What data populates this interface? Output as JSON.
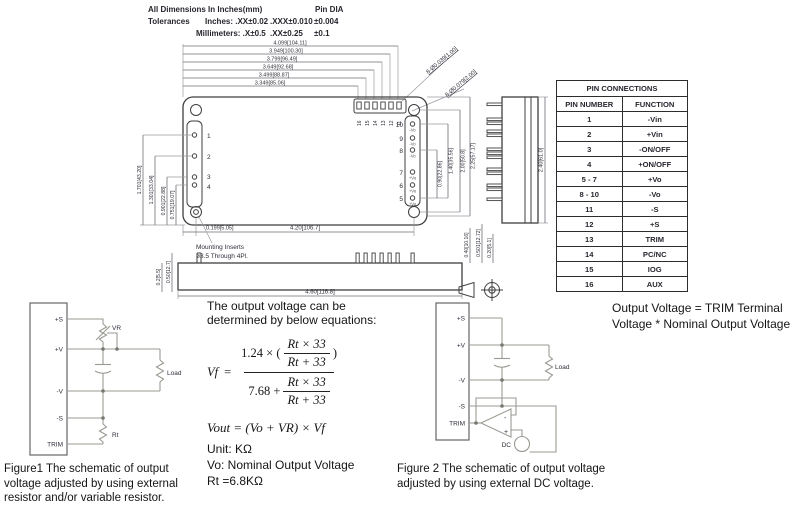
{
  "tolerances": {
    "title": "All Dimensions In Inches(mm)",
    "pin_dia_label": "Pin DIA",
    "row_label": "Tolerances",
    "inches_label": "Inches: .XX±0.02",
    "inches_xxx": ".XXX±0.010",
    "pin_dia_inch": "±0.004",
    "mm_label": "Millimeters: .X±0.5",
    "mm_xx": ".XX±0.25",
    "pin_dia_mm": "±0.1"
  },
  "drawing": {
    "top_dims": [
      "4.099[104.11]",
      "3.949[100.30]",
      "3.799[96.49]",
      "3.649[92.68]",
      "3.499[88.87]",
      "3.349[85.06]"
    ],
    "hole_callout_small": "8-Ø0.039[1.00]",
    "hole_callout_large": "8-Ø0.079[2.00]",
    "left_dims": [
      "1.701[43.20]",
      "1.301[33.04]",
      "0.901[22.88]",
      "0.751[19.07]"
    ],
    "right_dims": [
      "0.90[22.86]",
      "1.40[35.56]",
      "2.00[50.8]",
      "2.25[57.17]"
    ],
    "bottom_offset_dim": "0.199[5.05]",
    "bottom_span_dim": "4.20[106.7]",
    "bottom_view_dim": "4.60[116.8]",
    "side_height_dim": "2.40[61.0]",
    "side_small_dims": [
      "0.40[10.16]",
      "0.501[12.72]",
      "0.20[5.1]"
    ],
    "left_small_dims": [
      "0.2[5.5]",
      "0.50[12.7]"
    ],
    "mounting_note_line1": "Mounting Inserts",
    "mounting_note_line2": "ø3.5 Through 4Pl.",
    "left_pins": [
      "1",
      "2",
      "3",
      "4"
    ],
    "right_pins": [
      "10",
      "9",
      "8",
      "7",
      "6",
      "5"
    ],
    "right_pin_fns": [
      "-Vo",
      "-Vo",
      "-Vo",
      "+Vo",
      "+Vo",
      "+Vo"
    ],
    "top_pins": [
      "16",
      "15",
      "14",
      "13",
      "12",
      "11"
    ]
  },
  "pin_table": {
    "title": "PIN CONNECTIONS",
    "col1": "PIN NUMBER",
    "col2": "FUNCTION",
    "rows": [
      {
        "pin": "1",
        "fn": "-Vin"
      },
      {
        "pin": "2",
        "fn": "+Vin"
      },
      {
        "pin": "3",
        "fn": "-ON/OFF"
      },
      {
        "pin": "4",
        "fn": "+ON/OFF"
      },
      {
        "pin": "5 - 7",
        "fn": "+Vo"
      },
      {
        "pin": "8 - 10",
        "fn": "-Vo"
      },
      {
        "pin": "11",
        "fn": "-S"
      },
      {
        "pin": "12",
        "fn": "+S"
      },
      {
        "pin": "13",
        "fn": "TRIM"
      },
      {
        "pin": "14",
        "fn": "PC/NC"
      },
      {
        "pin": "15",
        "fn": "IOG"
      },
      {
        "pin": "16",
        "fn": "AUX"
      }
    ]
  },
  "equations": {
    "intro1": "The output voltage can be",
    "intro2": "determined by below equations:",
    "vf": "Vf",
    "eq": "=",
    "num_prefix": "1.24 × (",
    "num_suffix": ")",
    "sub_num": "Rt × 33",
    "sub_den": "Rt + 33",
    "den_prefix": "7.68 +",
    "vout": "Vout = (Vo + VR) × Vf",
    "unit": "Unit: KΩ",
    "vo": "Vo: Nominal Output Voltage",
    "rt": "Rt =6.8KΩ"
  },
  "notes": {
    "out1": "Output Voltage = TRIM Terminal",
    "out2": "Voltage * Nominal Output Voltage"
  },
  "fig1": {
    "terminals": [
      "+S",
      "+V",
      "-V",
      "-S",
      "TRIM"
    ],
    "vr": "VR",
    "load": "Load",
    "rt": "Rt",
    "caption": "Figure1 The schematic of output voltage adjusted by using external resistor and/or variable resistor."
  },
  "fig2": {
    "terminals": [
      "+S",
      "+V",
      "-V",
      "-S",
      "TRIM"
    ],
    "load": "Load",
    "dc": "DC",
    "minus": "-",
    "plus": "+",
    "caption": "Figure 2 The schematic of output voltage adjusted by using external DC voltage."
  }
}
